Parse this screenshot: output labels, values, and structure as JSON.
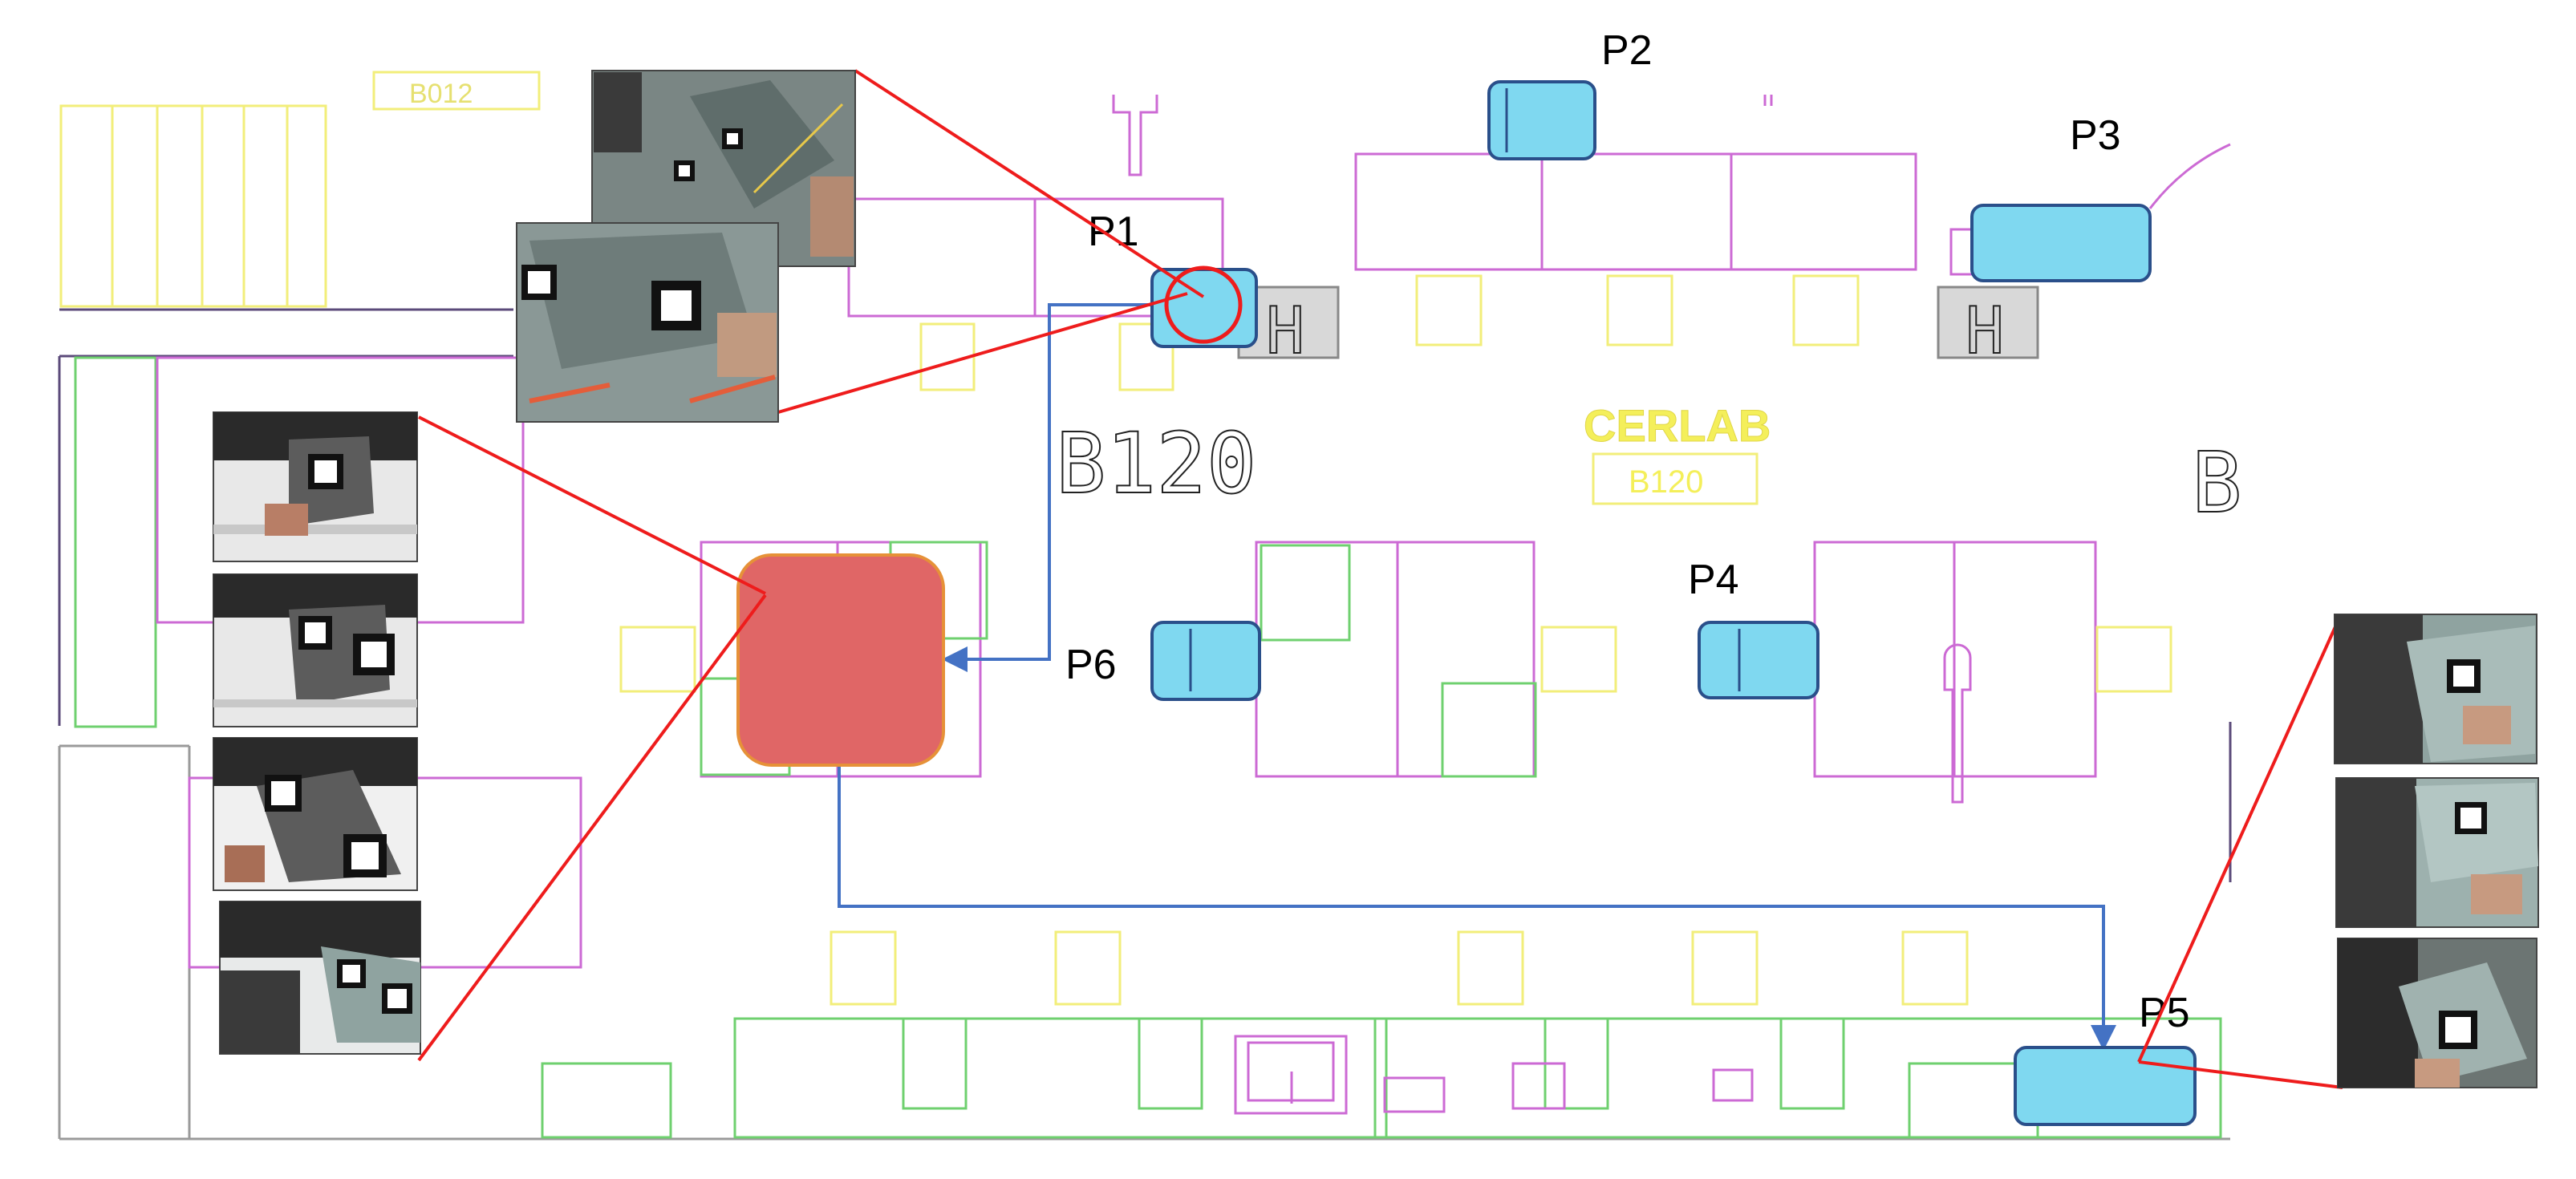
{
  "labels": {
    "p1": "P1",
    "p2": "P2",
    "p3": "P3",
    "p4": "P4",
    "p5": "P5",
    "p6": "P6"
  },
  "floorplan": {
    "room_number": "B120",
    "lab_name": "CERLAB",
    "lab_room_number": "B120",
    "room_number_partial": "B",
    "top_left_room_partial": "B012",
    "station_marker": "H"
  },
  "colors": {
    "position_fill": "#7fd8f0",
    "position_stroke": "#2a4f8a",
    "assembly_area_fill": "#e06666",
    "assembly_area_stroke": "#e69138",
    "route_path": "#4472c4",
    "callout_lines": "#ee1c1c",
    "walls_yellow": "#f2ee7a",
    "walls_magenta": "#cc6ad4",
    "walls_green": "#6fd06f"
  },
  "icons": {
    "position_marker": "rounded-rectangle-marker",
    "route_arrow": "arrowhead-icon",
    "focus_circle": "highlight-circle-icon"
  }
}
